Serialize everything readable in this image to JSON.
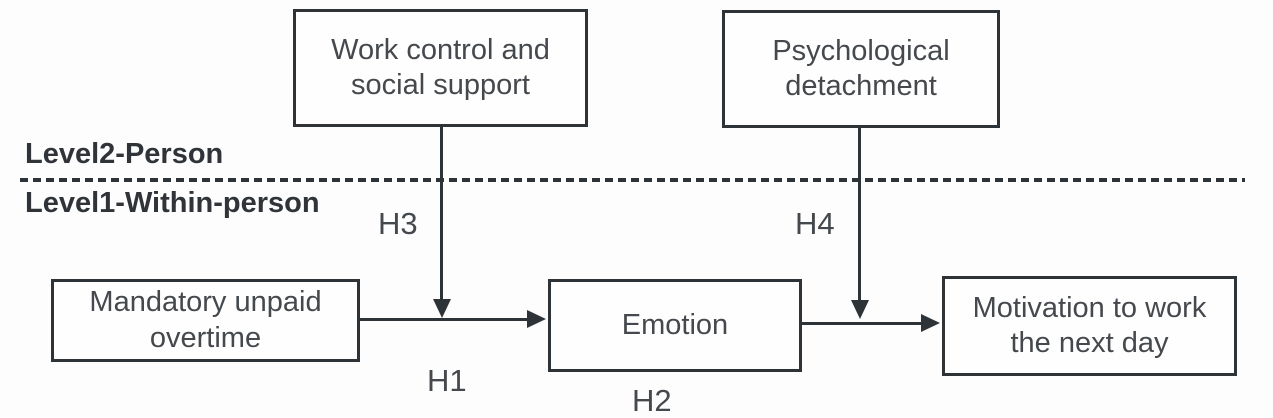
{
  "diagram": {
    "type": "multilevel-moderated-mediation-model",
    "levels": {
      "level2_label": "Level2-Person",
      "level1_label": "Level1-Within-person"
    },
    "boxes": {
      "work_control": {
        "label": "Work control and social support"
      },
      "psychological_detachment": {
        "label": "Psychological detachment"
      },
      "mandatory_overtime": {
        "label": "Mandatory unpaid overtime"
      },
      "emotion": {
        "label": "Emotion"
      },
      "motivation": {
        "label": "Motivation to work the next day"
      }
    },
    "hypotheses": {
      "h1": "H1",
      "h2": "H2",
      "h3": "H3",
      "h4": "H4"
    },
    "colors": {
      "line": "#2e3338",
      "text": "#45494d",
      "label_text": "#303438",
      "background": "#fdfdfd"
    }
  }
}
